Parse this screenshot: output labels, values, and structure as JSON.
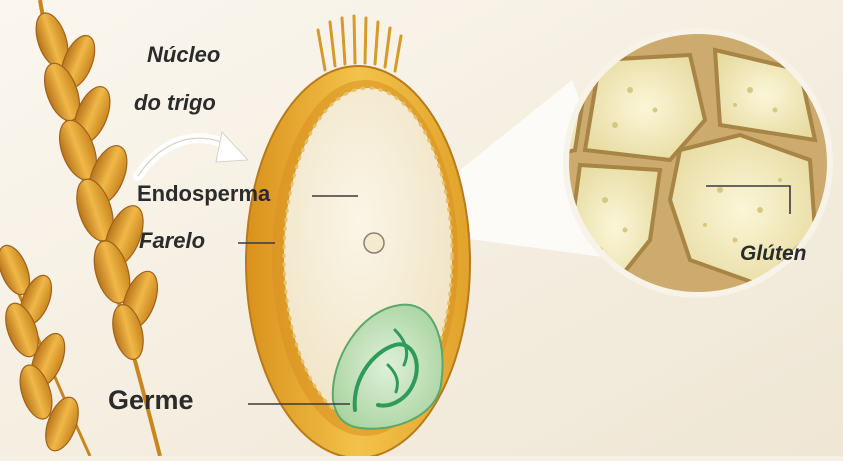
{
  "diagram": {
    "labels": {
      "nucleus": [
        "Núcleo",
        "do trigo"
      ],
      "endosperm": "Endosperma",
      "bran": "Farelo",
      "germ": "Germe",
      "gluten": "Glúten"
    },
    "icons": [
      "wheat-ear-icon",
      "curved-arrow-icon",
      "wheat-kernel-icon",
      "magnifier-circle-icon"
    ],
    "colors": {
      "background": "#f6f0e4",
      "bran": "#e8b030",
      "endosperm": "#f4ead0",
      "germ": "#6fbf80",
      "cell_wall": "#c9a46a",
      "cell_fill": "#f1e8b8",
      "label_text": "#2b2b2b"
    }
  }
}
